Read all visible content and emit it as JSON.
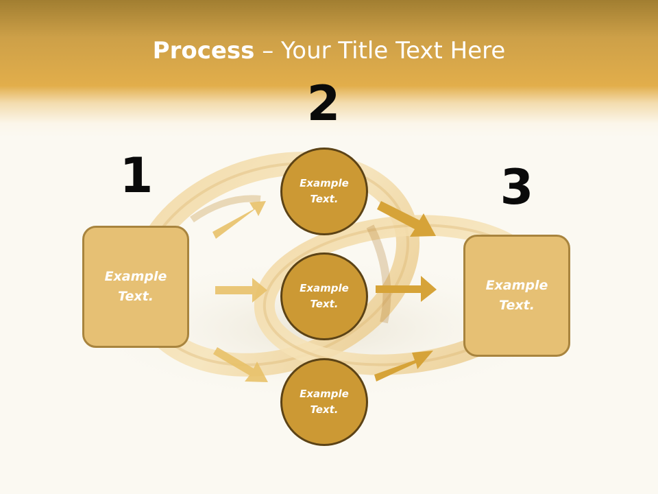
{
  "title": {
    "bold": "Process",
    "dash": " – ",
    "rest": "Your Title Text Here"
  },
  "steps": {
    "one": "1",
    "two": "2",
    "three": "3"
  },
  "left_box": {
    "text": "Example Text."
  },
  "right_box": {
    "text": "Example Text."
  },
  "circles": [
    {
      "text": "Example Text."
    },
    {
      "text": "Example Text."
    },
    {
      "text": "Example Text."
    }
  ],
  "colors": {
    "header_gold": "#e2ae4b",
    "box_fill": "#e6c074",
    "box_border": "#a8843e",
    "circle_fill": "#cc9934",
    "circle_border": "#5c4316",
    "arrow_light": "#e8c169",
    "arrow_dark": "#d6a338"
  }
}
